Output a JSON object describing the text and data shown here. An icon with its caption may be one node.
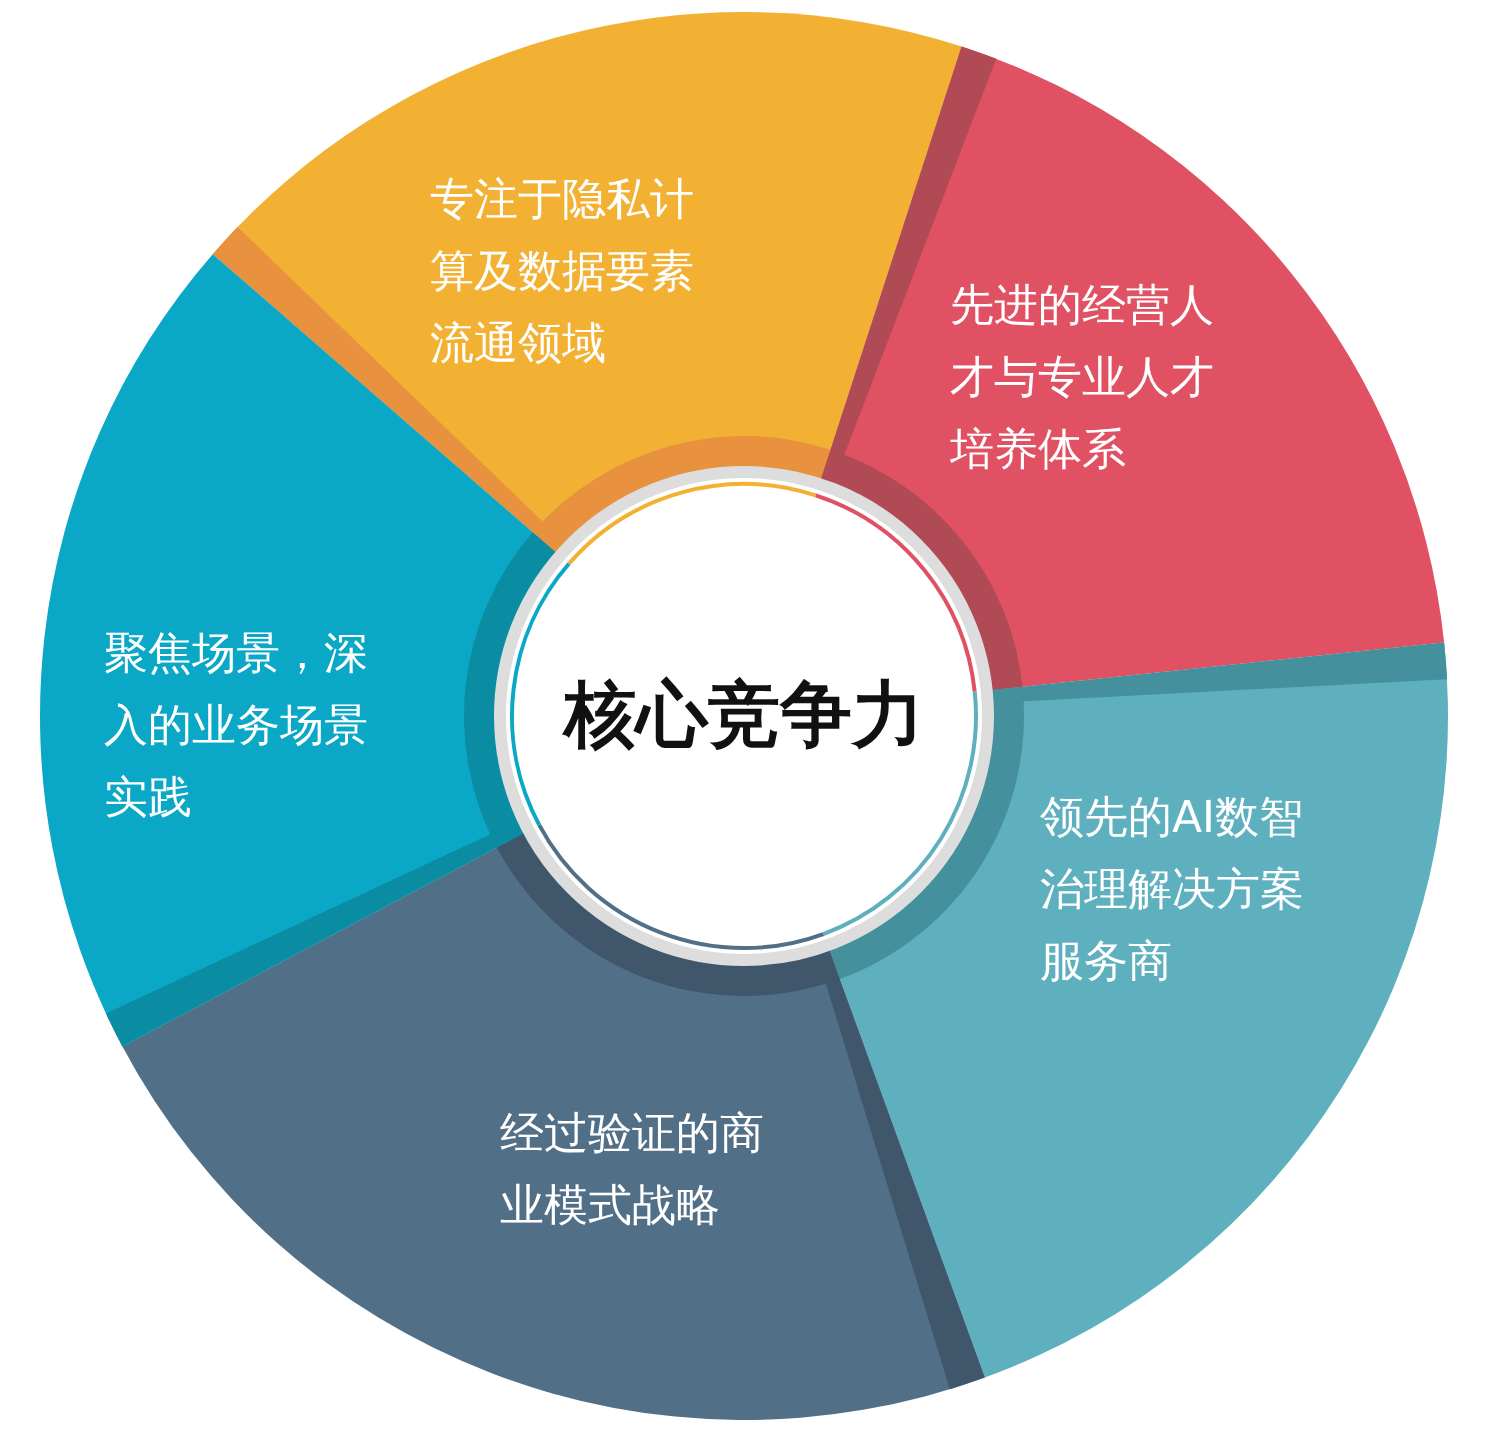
{
  "diagram": {
    "nodes": [
      {
        "text": [
          "核心竞争力"
        ]
      },
      {
        "text": [
          "专注于隐私计算及数据要素流通领域"
        ]
      },
      {
        "text": [
          "先进的经营人才与专业人才培养体系"
        ]
      },
      {
        "text": [
          "领先的AI数智治理解决方案服务商"
        ]
      },
      {
        "text": [
          "经过验证的商业模式战略"
        ]
      },
      {
        "text": [
          "聚焦场景，深入的业务场景实践"
        ]
      }
    ]
  }
}
